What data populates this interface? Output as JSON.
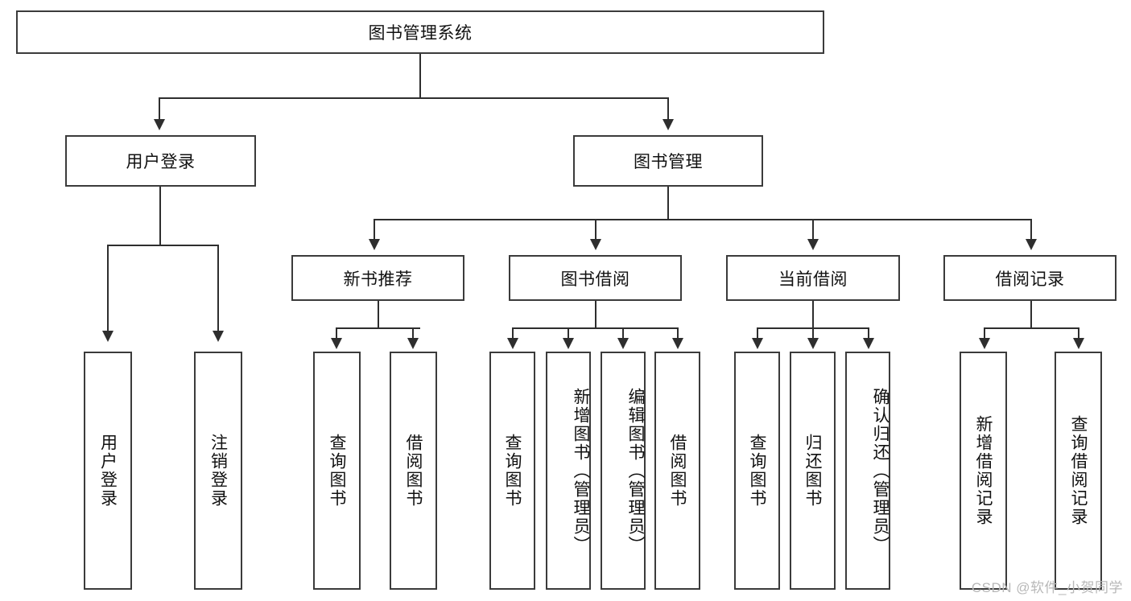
{
  "diagram": {
    "type": "tree-hierarchy",
    "title": "图书管理系统",
    "root": {
      "label": "图书管理系统"
    },
    "level2": [
      {
        "label": "用户登录"
      },
      {
        "label": "图书管理"
      }
    ],
    "level3": [
      {
        "label": "新书推荐"
      },
      {
        "label": "图书借阅"
      },
      {
        "label": "当前借阅"
      },
      {
        "label": "借阅记录"
      }
    ],
    "leaves": {
      "user_login": [
        "用户登录",
        "注销登录"
      ],
      "new_book_recommend": [
        "查询图书",
        "借阅图书"
      ],
      "book_borrow": [
        "查询图书",
        "新增图书（管理员）",
        "编辑图书（管理员）",
        "借阅图书"
      ],
      "current_borrow": [
        "查询图书",
        "归还图书",
        "确认归还（管理员）"
      ],
      "borrow_record": [
        "新增借阅记录",
        "查询借阅记录"
      ]
    }
  },
  "watermark": {
    "text": "CSDN @软件_小贺同学"
  },
  "colors": {
    "border": "#3b3b3b",
    "line": "#2e2e2e",
    "background": "#ffffff",
    "text": "#111111",
    "watermark": "#b8b8b8"
  }
}
